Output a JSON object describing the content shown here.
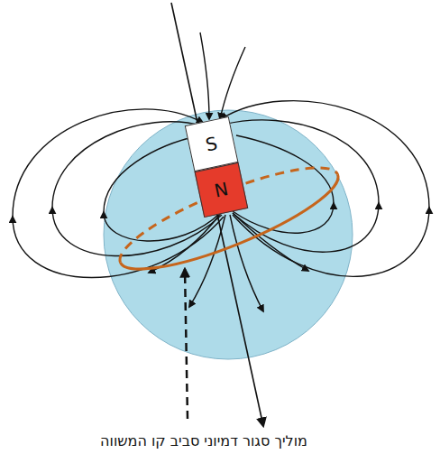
{
  "diagram": {
    "nodes": [
      {
        "text": [
          "S"
        ]
      },
      {
        "text": [
          "N"
        ]
      }
    ],
    "labels": [
      "מוליך סגור דמיוני סביב קו המשווה"
    ]
  }
}
